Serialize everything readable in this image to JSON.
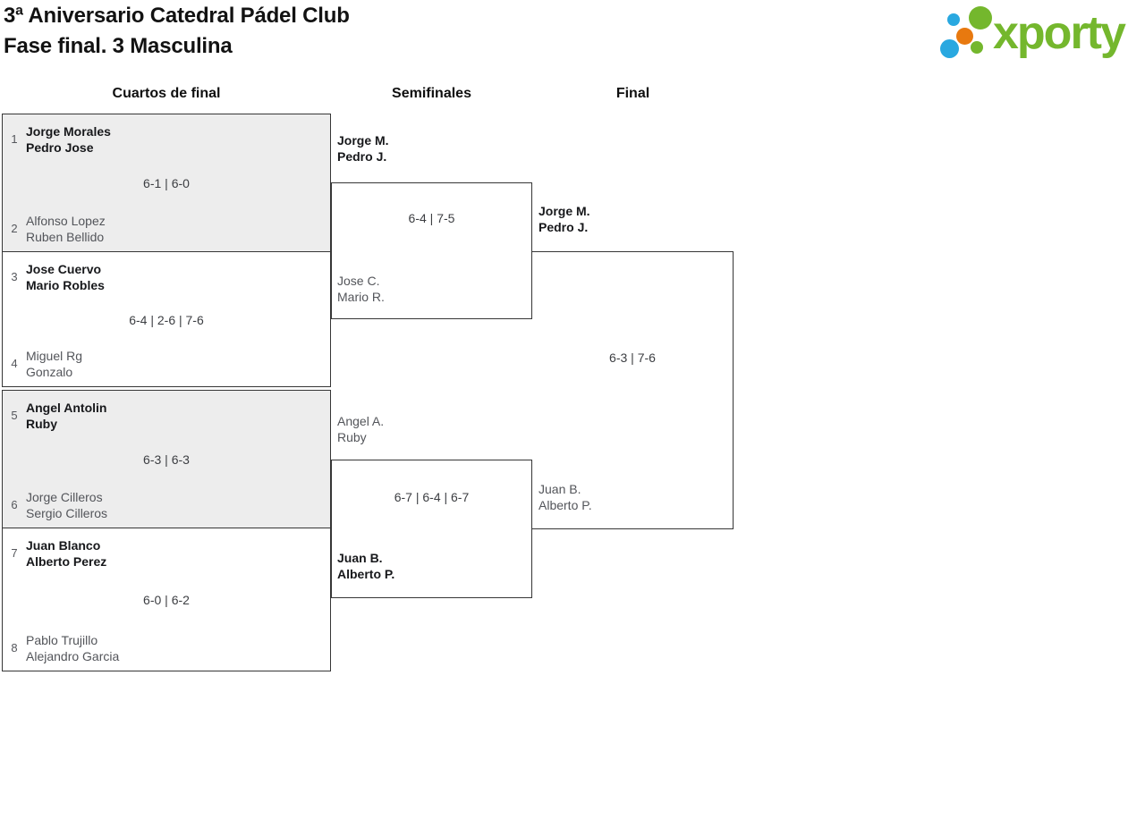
{
  "header": {
    "title_line1": "3ª Aniversario Catedral Pádel Club",
    "title_line2": "Fase final. 3 Masculina"
  },
  "logo": {
    "text": "xporty",
    "green": "#74b72d",
    "blue": "#29a8e0",
    "orange": "#e8790f"
  },
  "rounds": [
    "Cuartos de final",
    "Semifinales",
    "Final"
  ],
  "bracket": {
    "quarterfinals": [
      {
        "seed_top": "1",
        "top": [
          "Jorge Morales",
          "Pedro Jose"
        ],
        "score": "6-1 | 6-0",
        "seed_bottom": "2",
        "bottom": [
          "Alfonso Lopez",
          "Ruben Bellido"
        ]
      },
      {
        "seed_top": "3",
        "top": [
          "Jose Cuervo",
          "Mario Robles"
        ],
        "score": "6-4 | 2-6 | 7-6",
        "seed_bottom": "4",
        "bottom": [
          "Miguel Rg",
          "Gonzalo"
        ]
      },
      {
        "seed_top": "5",
        "top": [
          "Angel Antolin",
          "Ruby"
        ],
        "score": "6-3 | 6-3",
        "seed_bottom": "6",
        "bottom": [
          "Jorge Cilleros",
          "Sergio Cilleros"
        ]
      },
      {
        "seed_top": "7",
        "top": [
          "Juan Blanco",
          "Alberto Perez"
        ],
        "score": "6-0 | 6-2",
        "seed_bottom": "8",
        "bottom": [
          "Pablo Trujillo",
          "Alejandro Garcia"
        ]
      }
    ],
    "semifinals": [
      {
        "top": [
          "Jorge M.",
          "Pedro J."
        ],
        "score": "6-4 | 7-5",
        "bottom": [
          "Jose C.",
          "Mario R."
        ]
      },
      {
        "top": [
          "Angel A.",
          "Ruby"
        ],
        "score": "6-7 | 6-4 | 6-7",
        "bottom": [
          "Juan B.",
          "Alberto P."
        ]
      }
    ],
    "final": {
      "top": [
        "Jorge M.",
        "Pedro J."
      ],
      "score": "6-3 | 7-6",
      "bottom": [
        "Juan B.",
        "Alberto P."
      ]
    }
  },
  "colors": {
    "winner_text": "#17181b",
    "loser_text": "#53555a",
    "box_fill": "#ededed",
    "border": "#363636"
  }
}
